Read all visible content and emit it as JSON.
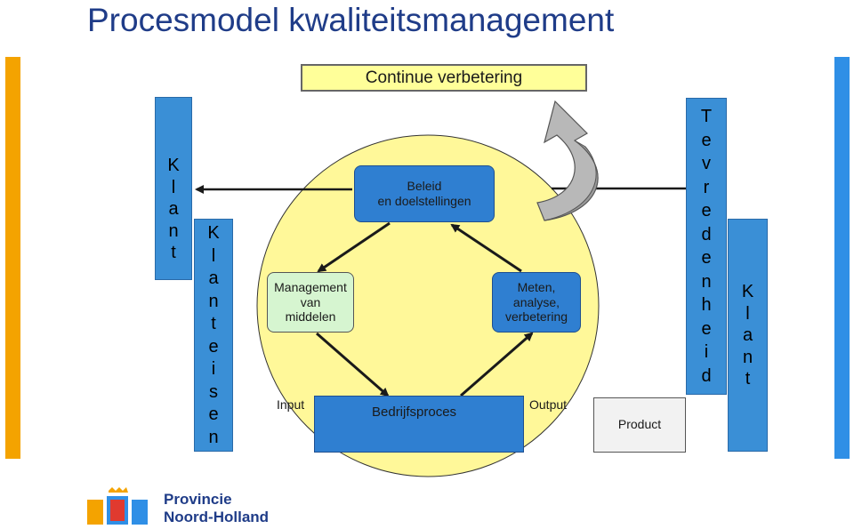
{
  "title": "Procesmodel kwaliteitsmanagement",
  "continuous_improvement": "Continue verbetering",
  "left_outer": {
    "letters": [
      "K",
      "l",
      "a",
      "n",
      "t"
    ]
  },
  "left_inner": {
    "letters": [
      "K",
      "l",
      "a",
      "n",
      "t",
      "e",
      "i",
      "s",
      "e",
      "n"
    ]
  },
  "right_inner": {
    "letters": [
      "T",
      "e",
      "v",
      "r",
      "e",
      "d",
      "e",
      "n",
      "h",
      "e",
      "i",
      "d"
    ]
  },
  "right_outer": {
    "letters": [
      "K",
      "l",
      "a",
      "n",
      "t"
    ]
  },
  "nodes": {
    "beleid": "Beleid\nen doelstellingen",
    "management": "Management\nvan\nmiddelen",
    "meten": "Meten,\nanalyse,\nverbetering",
    "bedrijfsproces": "Bedrijfsproces"
  },
  "labels": {
    "input": "Input",
    "output": "Output",
    "product": "Product"
  },
  "logo": {
    "line1": "Provincie",
    "line2": "Noord-Holland"
  },
  "colors": {
    "title": "#1f3c88",
    "blue_panel": "#3a8fd6",
    "orange_bar": "#f4a300",
    "circle": "#fff899",
    "node_blue": "#2f7fd1",
    "node_green": "#d6f5d0",
    "yellow_box": "#ffff99",
    "product_box": "#f2f2f2",
    "chevron": "#1f3c88",
    "bright_blue_bar": "#2f8fe6"
  }
}
